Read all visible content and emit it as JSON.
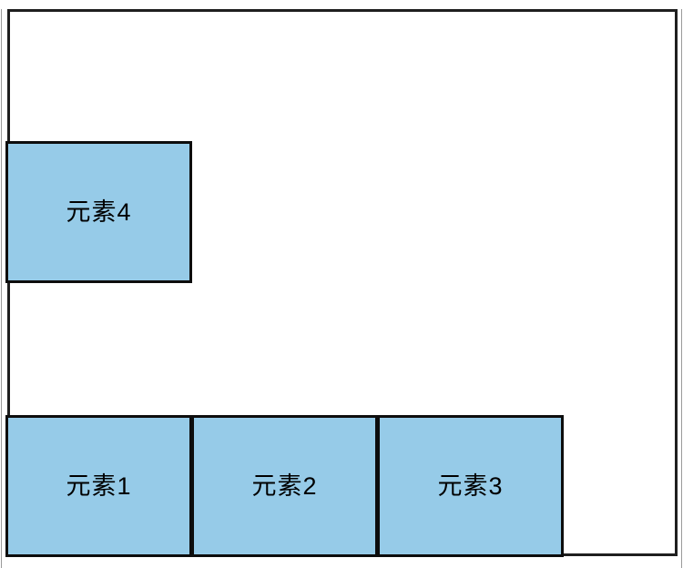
{
  "colors": {
    "page-bg": "#ffffff",
    "container-border": "#1f1f1f",
    "box-fill": "#96cbe8",
    "box-border": "#0d0d0d",
    "box-label": "#000000",
    "frame-line": "#9a9a9a"
  },
  "items": [
    {
      "id": 1,
      "label": "元素1"
    },
    {
      "id": 2,
      "label": "元素2"
    },
    {
      "id": 3,
      "label": "元素3"
    },
    {
      "id": 4,
      "label": "元素4"
    }
  ]
}
